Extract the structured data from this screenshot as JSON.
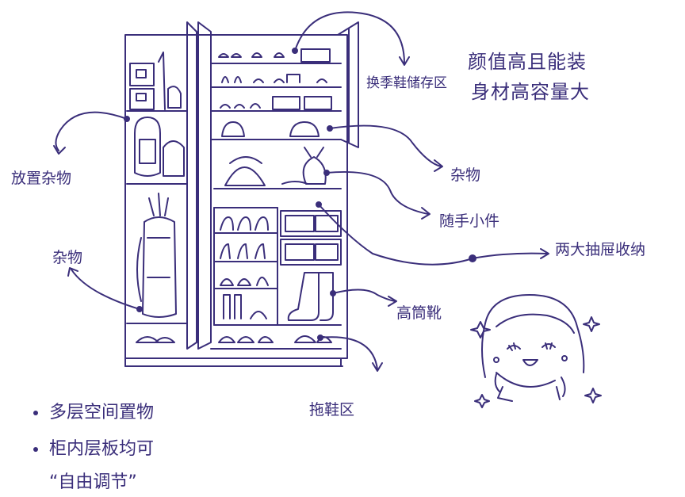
{
  "headline": {
    "line1": "颜值高且能装",
    "line2": "身材高容量大"
  },
  "labels": {
    "seasonal_shoes": "换季鞋储存区",
    "storage_left": "放置杂物",
    "misc_left": "杂物",
    "misc_right": "杂物",
    "small_items": "随手小件",
    "drawers": "两大抽屉收纳",
    "boots": "高筒靴",
    "slippers": "拖鞋区"
  },
  "bullets": [
    {
      "text": "多层空间置物"
    },
    {
      "text": "柜内层板均可"
    },
    {
      "text": "“自由调节”"
    }
  ],
  "colors": {
    "ink": "#3a2e7a",
    "background": "#ffffff"
  }
}
